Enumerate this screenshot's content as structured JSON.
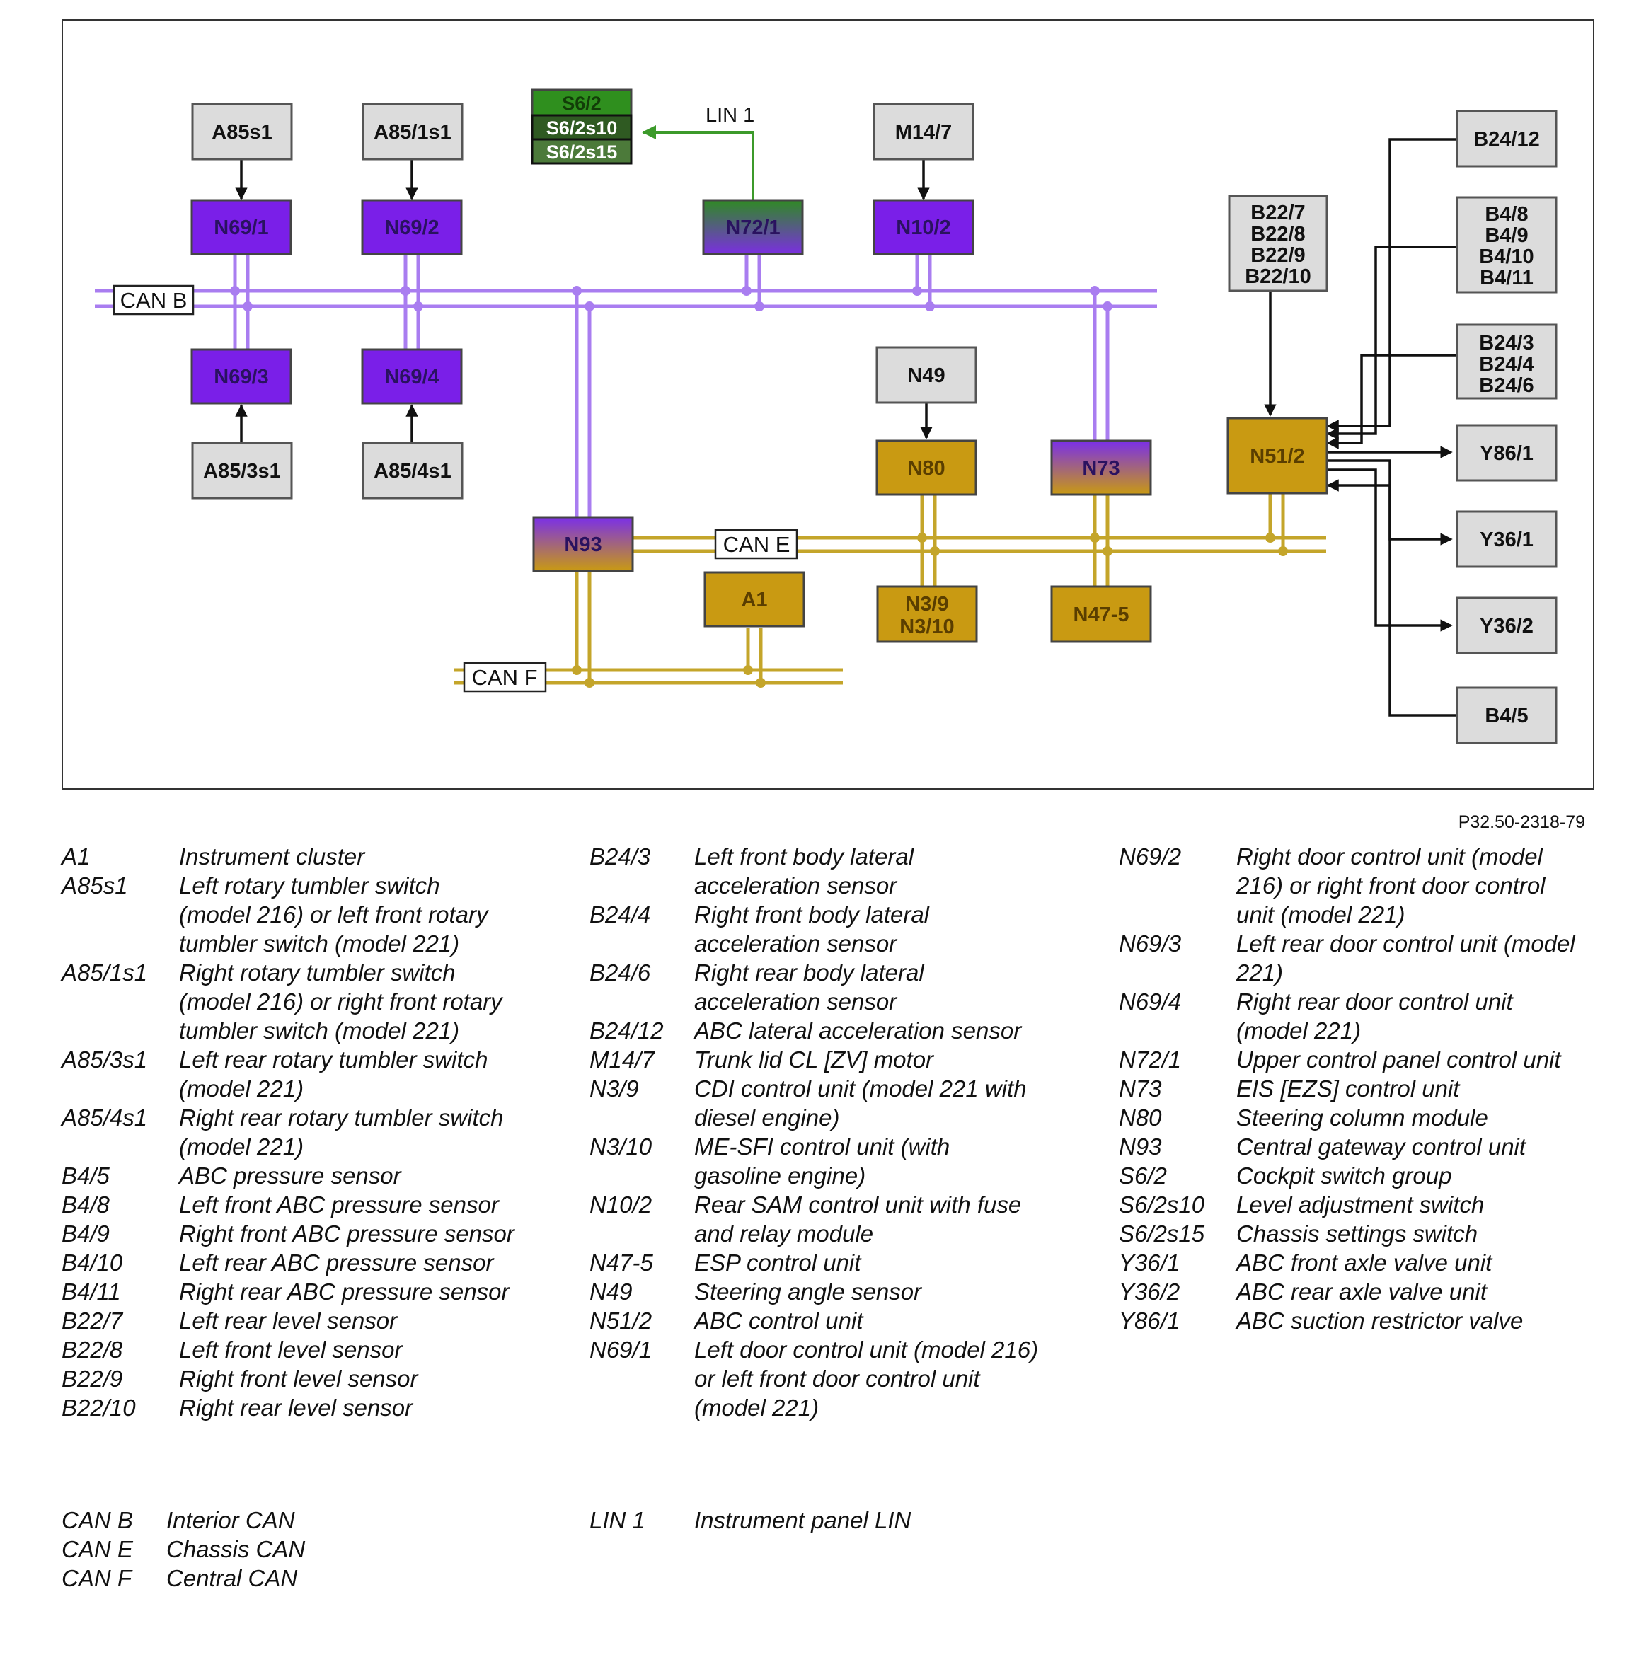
{
  "figure_ref": "P32.50-2318-79",
  "colors": {
    "can_b_line": "#a97df0",
    "can_ef_line": "#c4a52a",
    "lin_line": "#3c9a2a",
    "purple_box": "#7a1fe8",
    "gold_box": "#c99a12",
    "green_box": "#2f8f1e",
    "grey_box": "#dcdcdc"
  },
  "diagram": {
    "bus_labels": {
      "can_b": "CAN B",
      "can_e": "CAN E",
      "can_f": "CAN F",
      "lin": "LIN 1"
    },
    "nodes": {
      "A85s1": "A85s1",
      "A85_1s1": "A85/1s1",
      "A85_3s1": "A85/3s1",
      "A85_4s1": "A85/4s1",
      "N69_1": "N69/1",
      "N69_2": "N69/2",
      "N69_3": "N69/3",
      "N69_4": "N69/4",
      "S6_2": "S6/2",
      "S6_2s10": "S6/2s10",
      "S6_2s15": "S6/2s15",
      "N72_1": "N72/1",
      "M14_7": "M14/7",
      "N10_2": "N10/2",
      "N49": "N49",
      "N80": "N80",
      "N73": "N73",
      "N93": "N93",
      "A1": "A1",
      "N3": [
        "N3/9",
        "N3/10"
      ],
      "N47_5": "N47-5",
      "B22": [
        "B22/7",
        "B22/8",
        "B22/9",
        "B22/10"
      ],
      "N51_2": "N51/2",
      "B24_12": "B24/12",
      "B4": [
        "B4/8",
        "B4/9",
        "B4/10",
        "B4/11"
      ],
      "B24": [
        "B24/3",
        "B24/4",
        "B24/6"
      ],
      "Y86_1": "Y86/1",
      "Y36_1": "Y36/1",
      "Y36_2": "Y36/2",
      "B4_5": "B4/5"
    }
  },
  "legend": {
    "col1": [
      {
        "code": "A1",
        "desc": "Instrument cluster"
      },
      {
        "code": "A85s1",
        "desc": "Left rotary tumbler switch (model 216) or left front rotary tumbler switch (model 221)"
      },
      {
        "code": "A85/1s1",
        "desc": "Right rotary tumbler switch (model 216) or right front rotary tumbler switch (model 221)"
      },
      {
        "code": "A85/3s1",
        "desc": "Left rear rotary tumbler switch (model 221)"
      },
      {
        "code": "A85/4s1",
        "desc": "Right rear rotary tumbler switch (model 221)"
      },
      {
        "code": "B4/5",
        "desc": "ABC pressure sensor"
      },
      {
        "code": "B4/8",
        "desc": "Left front ABC pressure sensor"
      },
      {
        "code": "B4/9",
        "desc": "Right front ABC pressure sensor"
      },
      {
        "code": "B4/10",
        "desc": "Left rear ABC pressure sensor"
      },
      {
        "code": "B4/11",
        "desc": "Right rear ABC pressure sensor"
      },
      {
        "code": "B22/7",
        "desc": "Left rear level sensor"
      },
      {
        "code": "B22/8",
        "desc": "Left front level sensor"
      },
      {
        "code": "B22/9",
        "desc": "Right front level sensor"
      },
      {
        "code": "B22/10",
        "desc": "Right rear level sensor"
      }
    ],
    "col2": [
      {
        "code": "B24/3",
        "desc": "Left front body lateral acceleration sensor"
      },
      {
        "code": "B24/4",
        "desc": "Right front body lateral acceleration sensor"
      },
      {
        "code": "B24/6",
        "desc": "Right rear body lateral acceleration sensor"
      },
      {
        "code": "B24/12",
        "desc": "ABC lateral acceleration sensor"
      },
      {
        "code": "M14/7",
        "desc": "Trunk lid CL [ZV] motor"
      },
      {
        "code": "N3/9",
        "desc": "CDI control unit (model 221 with diesel engine)"
      },
      {
        "code": "N3/10",
        "desc": "ME-SFI control unit (with gasoline engine)"
      },
      {
        "code": "N10/2",
        "desc": "Rear SAM control unit with fuse and relay module"
      },
      {
        "code": "N47-5",
        "desc": "ESP control unit"
      },
      {
        "code": "N49",
        "desc": "Steering angle sensor"
      },
      {
        "code": "N51/2",
        "desc": "ABC control unit"
      },
      {
        "code": "N69/1",
        "desc": "Left door control unit (model 216) or left front door control unit (model 221)"
      }
    ],
    "col3": [
      {
        "code": "N69/2",
        "desc": "Right door control unit (model 216) or right front door control unit (model 221)"
      },
      {
        "code": "N69/3",
        "desc": "Left rear door control unit (model 221)"
      },
      {
        "code": "N69/4",
        "desc": "Right rear door control unit (model 221)"
      },
      {
        "code": "N72/1",
        "desc": "Upper control panel control unit"
      },
      {
        "code": "N73",
        "desc": "EIS [EZS] control unit"
      },
      {
        "code": "N80",
        "desc": "Steering column module"
      },
      {
        "code": "N93",
        "desc": "Central gateway control unit"
      },
      {
        "code": "S6/2",
        "desc": "Cockpit switch group"
      },
      {
        "code": "S6/2s10",
        "desc": "Level adjustment switch"
      },
      {
        "code": "S6/2s15",
        "desc": "Chassis settings switch"
      },
      {
        "code": "Y36/1",
        "desc": "ABC front axle valve unit"
      },
      {
        "code": "Y36/2",
        "desc": "ABC rear axle valve unit"
      },
      {
        "code": "Y86/1",
        "desc": "ABC suction restrictor valve"
      }
    ],
    "bus_col1": [
      {
        "code": "CAN B",
        "desc": "Interior CAN"
      },
      {
        "code": "CAN E",
        "desc": "Chassis CAN"
      },
      {
        "code": "CAN F",
        "desc": "Central CAN"
      }
    ],
    "bus_col2": [
      {
        "code": "LIN 1",
        "desc": "Instrument panel LIN"
      }
    ]
  }
}
